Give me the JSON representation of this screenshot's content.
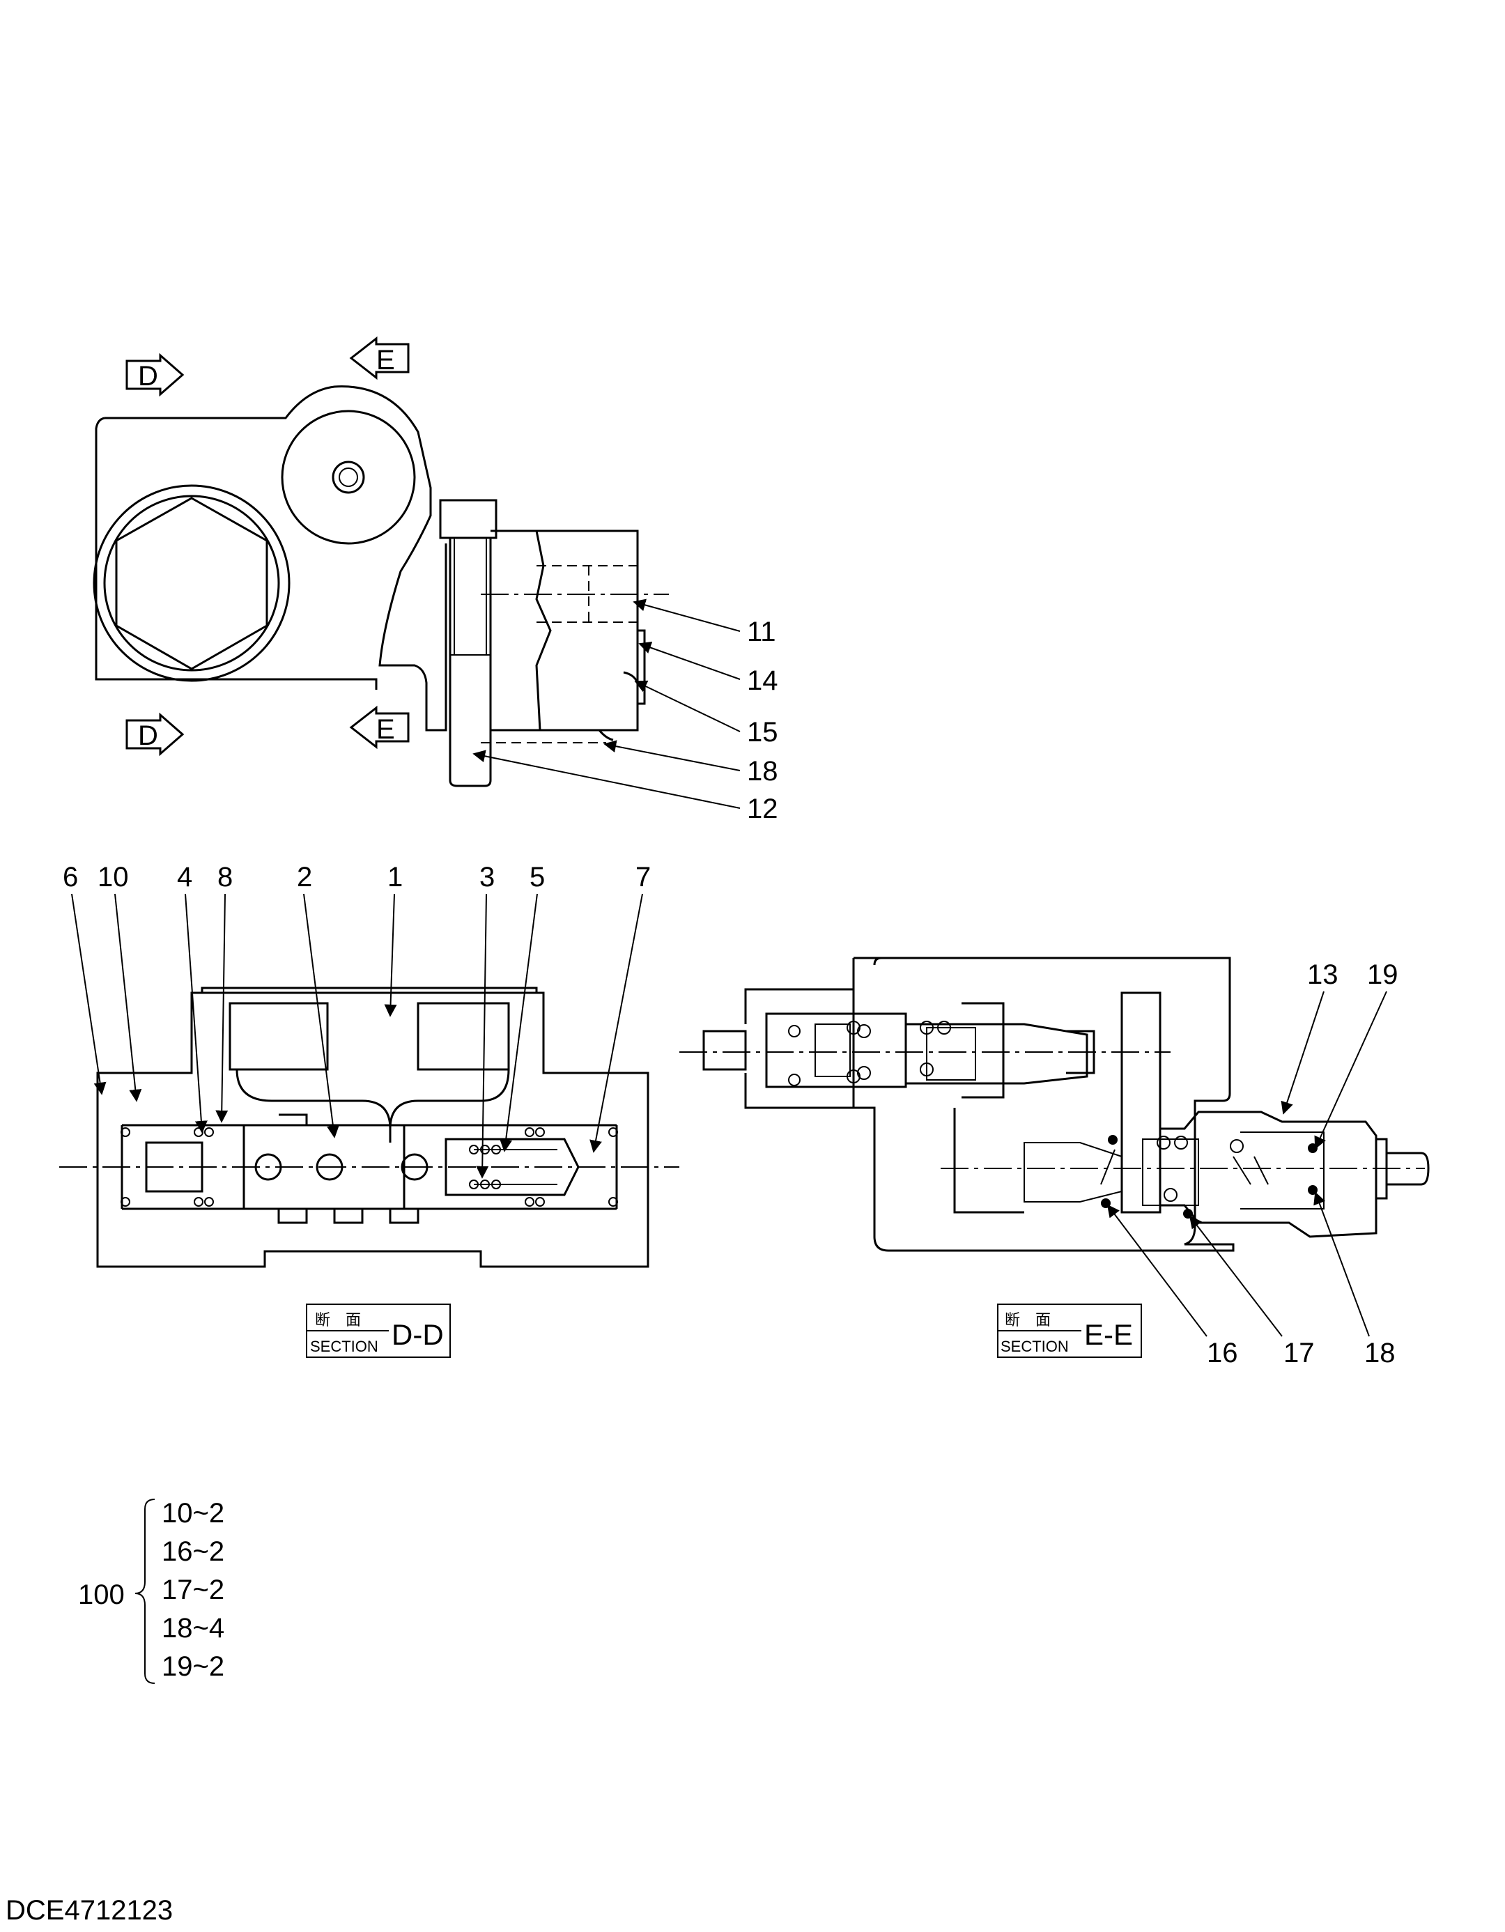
{
  "view_markers": {
    "d_top": "D",
    "d_bottom": "D",
    "e_top": "E",
    "e_bottom": "E"
  },
  "callouts_top": [
    "11",
    "14",
    "15",
    "18",
    "12"
  ],
  "callouts_dd": [
    "6",
    "10",
    "4",
    "8",
    "2",
    "1",
    "3",
    "5",
    "7"
  ],
  "callouts_ee": [
    "13",
    "19",
    "16",
    "17",
    "18"
  ],
  "section_dd": {
    "jp": "断　面",
    "en": "SECTION",
    "name": "D-D"
  },
  "section_ee": {
    "jp": "断　面",
    "en": "SECTION",
    "name": "E-E"
  },
  "kit": {
    "number": "100",
    "items": [
      "10~2",
      "16~2",
      "17~2",
      "18~4",
      "19~2"
    ]
  },
  "drawing_code": "DCE4712123"
}
